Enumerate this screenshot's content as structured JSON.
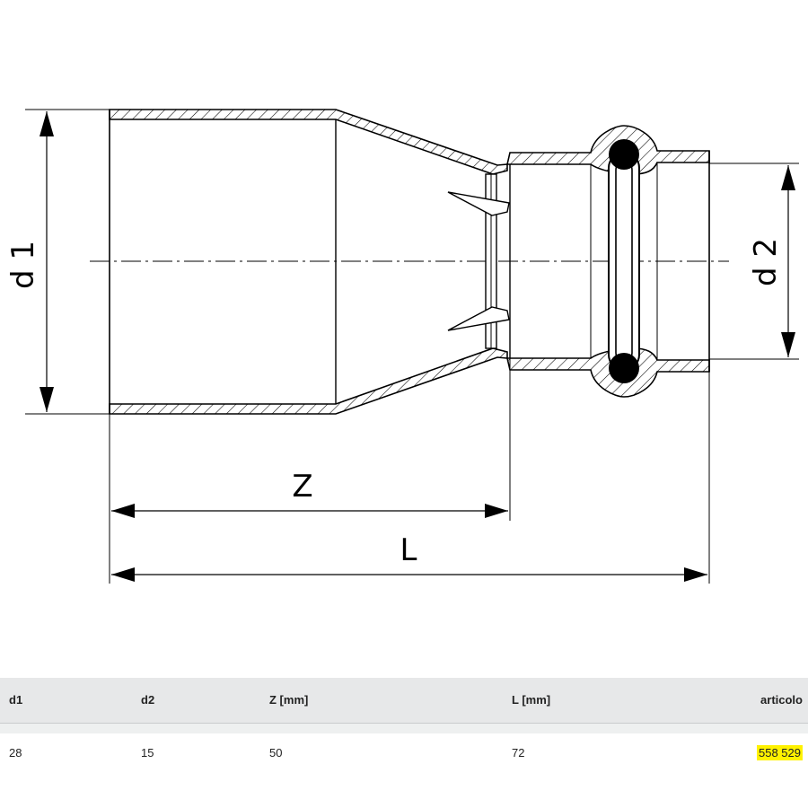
{
  "drawing": {
    "labels": {
      "d1": "d 1",
      "d2": "d 2",
      "z": "Z",
      "l": "L"
    },
    "colors": {
      "line": "#000000"
    }
  },
  "table": {
    "headers": [
      "d1",
      "d2",
      "Z [mm]",
      "L [mm]",
      "articolo"
    ],
    "rows": [
      [
        "28",
        "15",
        "50",
        "72",
        "558 529"
      ]
    ],
    "highlight_color": "#fff200"
  }
}
